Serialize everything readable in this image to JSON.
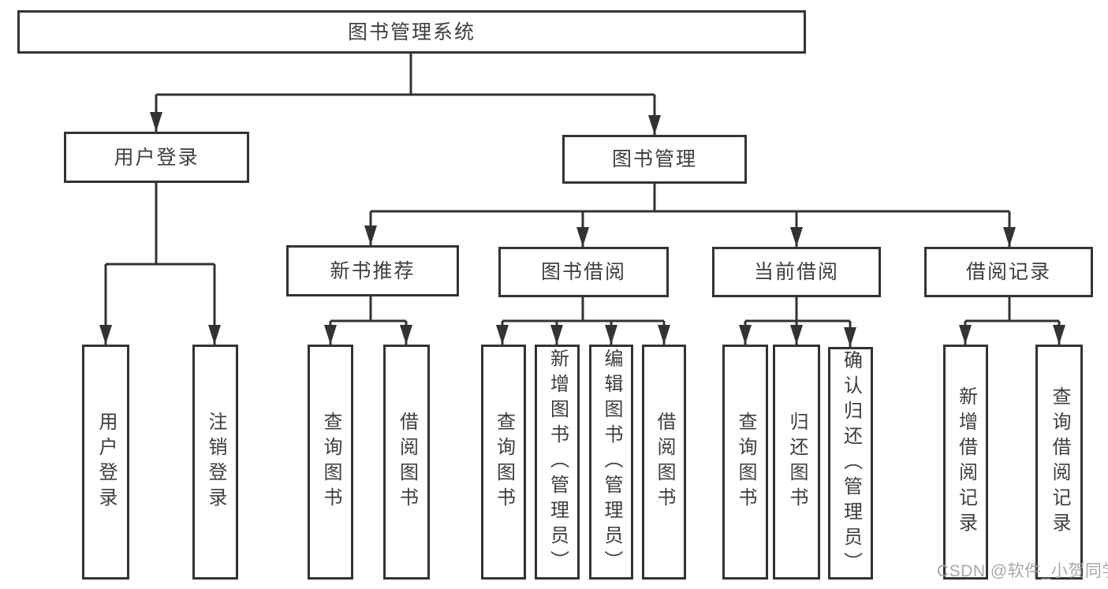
{
  "tree": {
    "root": {
      "label": "图书管理系统"
    },
    "children": [
      {
        "label": "用户登录",
        "children": [
          {
            "label": "用户登录"
          },
          {
            "label": "注销登录"
          }
        ]
      },
      {
        "label": "图书管理",
        "children": [
          {
            "label": "新书推荐",
            "children": [
              {
                "label": "查询图书"
              },
              {
                "label": "借阅图书"
              }
            ]
          },
          {
            "label": "图书借阅",
            "children": [
              {
                "label": "查询图书"
              },
              {
                "label": "新增图书（管理员）"
              },
              {
                "label": "编辑图书（管理员）"
              },
              {
                "label": "借阅图书"
              }
            ]
          },
          {
            "label": "当前借阅",
            "children": [
              {
                "label": "查询图书"
              },
              {
                "label": "归还图书"
              },
              {
                "label": "确认归还（管理员）"
              }
            ]
          },
          {
            "label": "借阅记录",
            "children": [
              {
                "label": "新增借阅记录"
              },
              {
                "label": "查询借阅记录"
              }
            ]
          }
        ]
      }
    ]
  },
  "watermark": {
    "text": "CSDN @软件_小贺同学"
  },
  "colors": {
    "line": "#333333",
    "text": "#3e3e3e",
    "watermark": "#a8a8a8",
    "background": "#ffffff"
  }
}
